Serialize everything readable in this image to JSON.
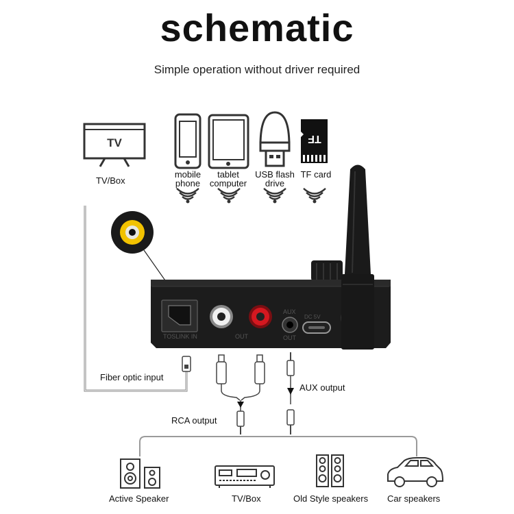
{
  "header": {
    "title": "schematic",
    "subtitle": "Simple operation without driver required"
  },
  "sources": {
    "tv": {
      "label": "TV/Box",
      "screen_text": "TV"
    },
    "mobile_line1": "mobile",
    "mobile_line2": "phone",
    "tablet_line1": "tablet",
    "tablet_line2": "computer",
    "usb_line1": "USB flash",
    "usb_line2": "drive",
    "tf": "TF card",
    "tf_chip_text": "TF"
  },
  "connections": {
    "fiber_input": "Fiber optic input",
    "aux_output": "AUX output",
    "rca_output": "RCA output"
  },
  "device_ports": {
    "toslink": "TOSLINK IN",
    "rca_out": "OUT",
    "aux": "AUX",
    "aux_out": "OUT",
    "dc": "DC 5V"
  },
  "outputs": [
    {
      "label": "Active Speaker"
    },
    {
      "label": "TV/Box"
    },
    {
      "label": "Old Style speakers"
    },
    {
      "label": "Car speakers"
    }
  ],
  "colors": {
    "device": "#1c1c1c",
    "rca_red": "#d41820",
    "optical_core": "#f2c200",
    "line": "#888888"
  }
}
